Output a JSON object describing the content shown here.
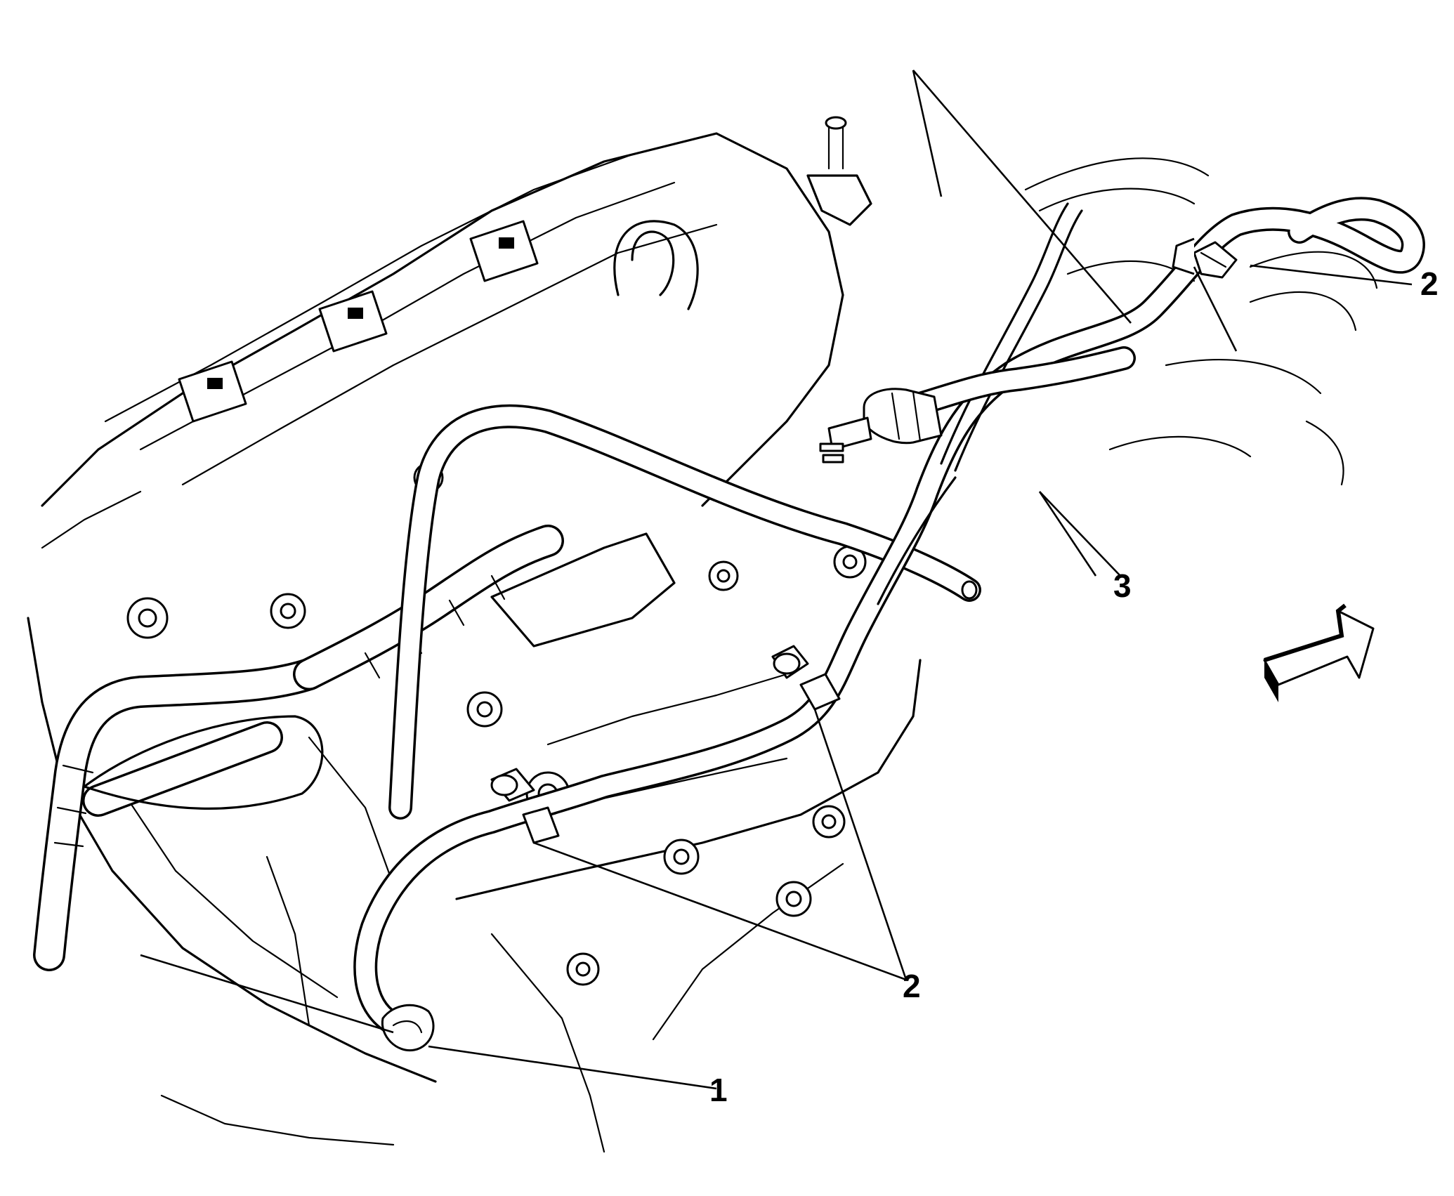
{
  "figure": {
    "callouts": [
      {
        "id": "c1",
        "label": "1"
      },
      {
        "id": "c2a",
        "label": "2"
      },
      {
        "id": "c2b",
        "label": "2"
      },
      {
        "id": "c3",
        "label": "3"
      }
    ]
  }
}
